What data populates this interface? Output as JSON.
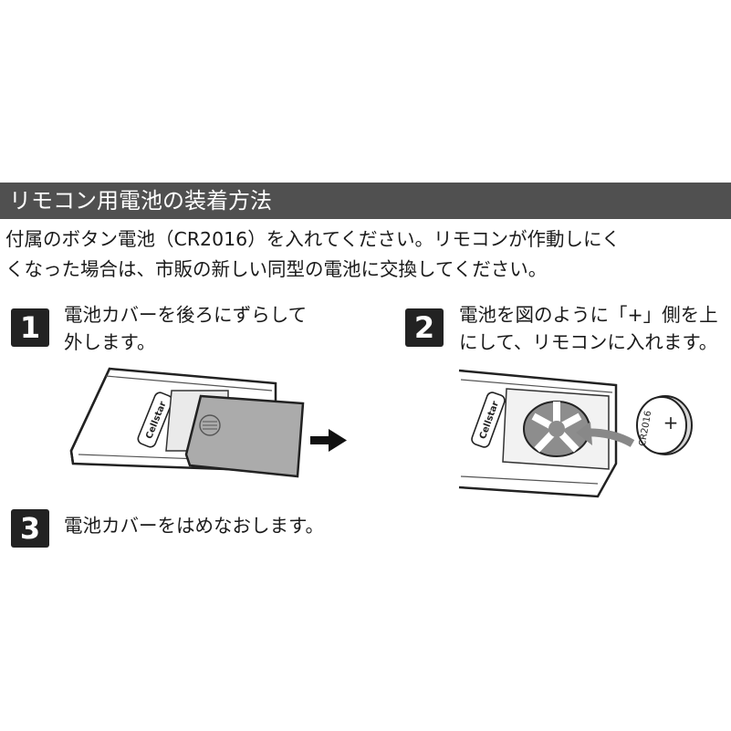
{
  "title": "リモコン用電池の装着方法",
  "intro": {
    "line1": "付属のボタン電池（CR2016）を入れてください。リモコンが作動しにく",
    "line2": "くなった場合は、市販の新しい同型の電池に交換してください。"
  },
  "steps": [
    {
      "number": "1",
      "line1": "電池カバーを後ろにずらして",
      "line2": "外します。"
    },
    {
      "number": "2",
      "line1": "電池を図のように「+」側を上",
      "line2": "にして、リモコンに入れます。"
    },
    {
      "number": "3",
      "line1": "電池カバーをはめなおします。",
      "line2": ""
    }
  ],
  "illustration": {
    "brand_logo": "Cellstar",
    "battery_label": "CR2016",
    "plus_sign": "+"
  }
}
